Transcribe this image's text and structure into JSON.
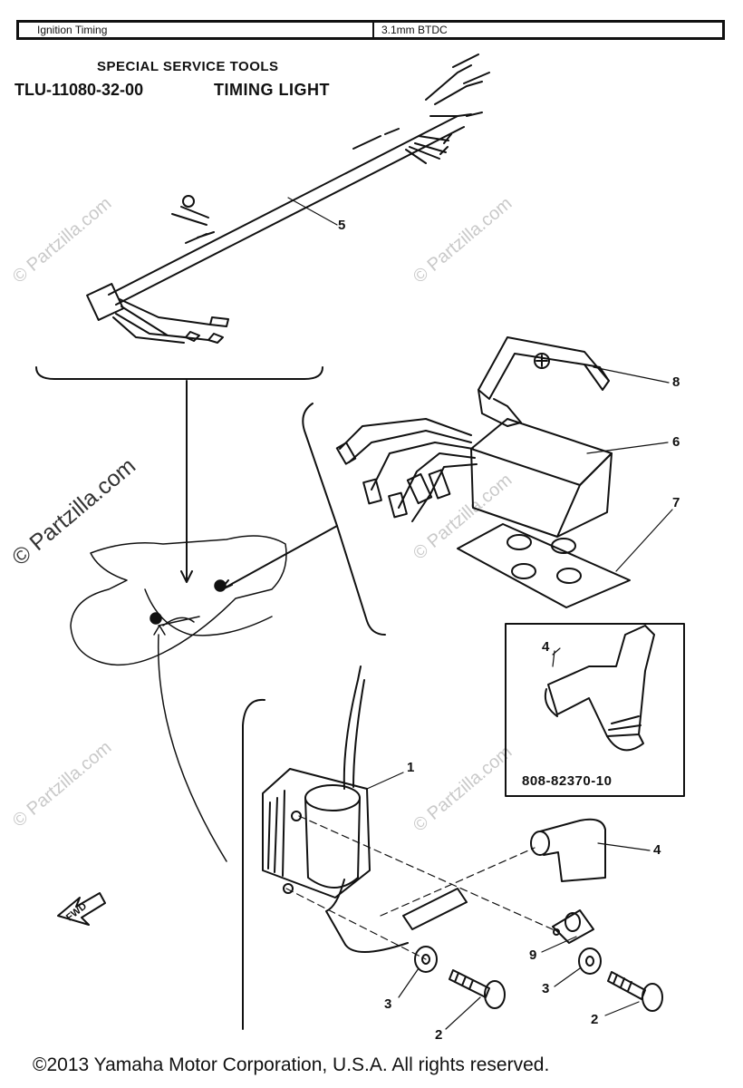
{
  "spec_table": {
    "parameter": "Ignition Timing",
    "value": "3.1mm BTDC"
  },
  "special_tools": {
    "heading": "SPECIAL SERVICE TOOLS",
    "part_number": "TLU-11080-32-00",
    "name": "TIMING LIGHT"
  },
  "callouts": {
    "ref_1": "1",
    "ref_2a": "2",
    "ref_2b": "2",
    "ref_3a": "3",
    "ref_3b": "3",
    "ref_4a": "4",
    "ref_4b": "4",
    "ref_5": "5",
    "ref_6": "6",
    "ref_7": "7",
    "ref_8": "8",
    "ref_9": "9"
  },
  "inset_part_number": "808-82370-10",
  "fwd_label": "FWD",
  "watermarks": {
    "small": "© Partzilla.com",
    "large": "© Partzilla.com"
  },
  "copyright": "©2013 Yamaha Motor Corporation, U.S.A. All rights reserved."
}
